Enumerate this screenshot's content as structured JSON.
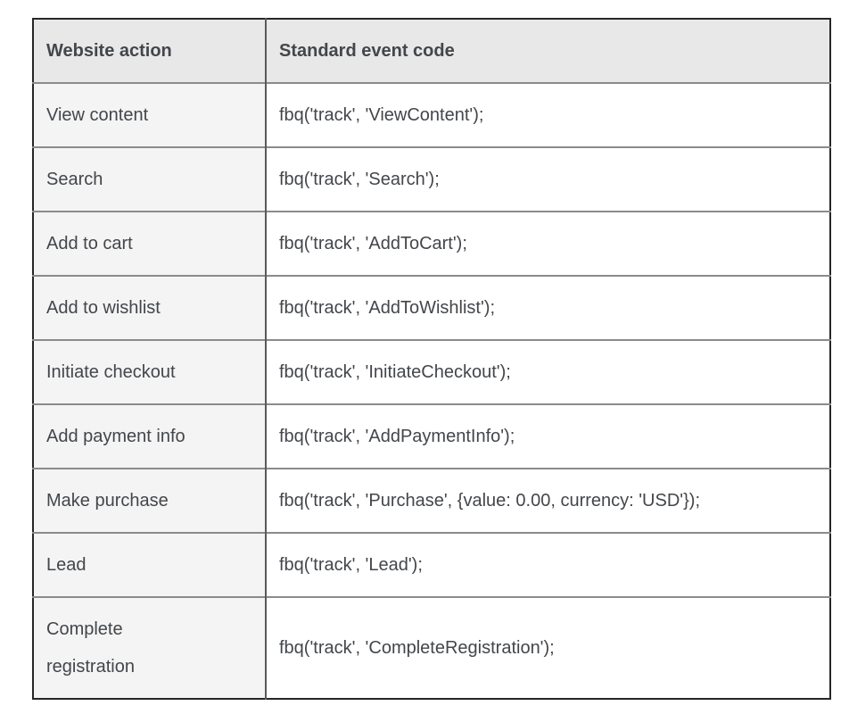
{
  "table": {
    "columns": [
      {
        "label": "Website action"
      },
      {
        "label": "Standard event code"
      }
    ],
    "rows": [
      {
        "action": "View content",
        "code": "fbq('track', 'ViewContent');"
      },
      {
        "action": "Search",
        "code": "fbq('track', 'Search');"
      },
      {
        "action": "Add to cart",
        "code": "fbq('track', 'AddToCart');"
      },
      {
        "action": "Add to wishlist",
        "code": "fbq('track', 'AddToWishlist');"
      },
      {
        "action": "Initiate checkout",
        "code": "fbq('track', 'InitiateCheckout');"
      },
      {
        "action": "Add payment info",
        "code": "fbq('track', 'AddPaymentInfo');"
      },
      {
        "action": "Make purchase",
        "code": "fbq('track', 'Purchase', {value: 0.00, currency: 'USD'});"
      },
      {
        "action": "Lead",
        "code": "fbq('track', 'Lead');"
      },
      {
        "action": "Complete\nregistration",
        "code": "fbq('track', 'CompleteRegistration');"
      }
    ]
  },
  "colors": {
    "page_bg": "#ffffff",
    "outer_border": "#262626",
    "row_border": "#8b8b8b",
    "col_border": "#5a5a5a",
    "header_bg": "#e8e8e8",
    "action_bg": "#f4f4f4",
    "code_bg": "#ffffff",
    "text": "#43464a"
  }
}
